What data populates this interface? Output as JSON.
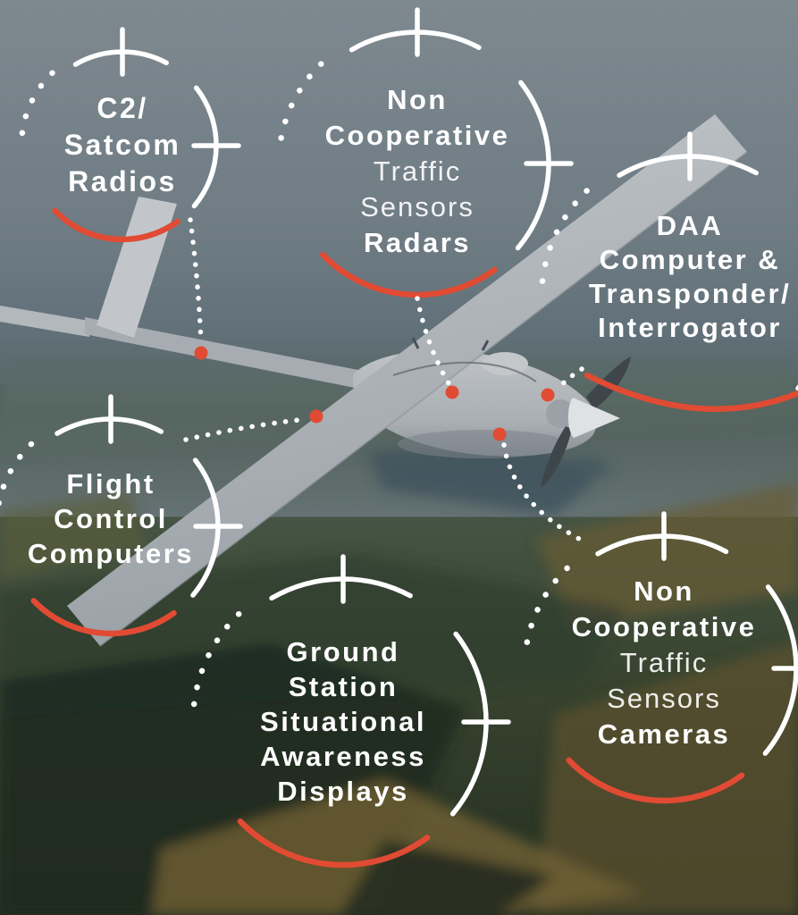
{
  "scene": {
    "description": "Gray fixed-wing UAV in flight, viewed from above, over hazy patchwork farmland and forest",
    "overlay_style": "dark desaturated blue-gray photo tint"
  },
  "colors": {
    "accent_red": "#e14b33",
    "line_white": "#ffffff",
    "sky_top": "#7e888f",
    "horizon_haze": "#5b6a6b",
    "ground_dark": "#242e21",
    "aircraft_gray": "#b9bdc1"
  },
  "labels": [
    {
      "id": "c2-satcom-radios",
      "lines": [
        {
          "text": "C2/",
          "emphasis": "bold"
        },
        {
          "text": "Satcom",
          "emphasis": "bold"
        },
        {
          "text": "Radios",
          "emphasis": "bold"
        }
      ]
    },
    {
      "id": "non-cooperative-traffic-sensors-radars",
      "lines": [
        {
          "text": "Non",
          "emphasis": "bold"
        },
        {
          "text": "Cooperative",
          "emphasis": "bold"
        },
        {
          "text": "Traffic",
          "emphasis": "regular"
        },
        {
          "text": "Sensors",
          "emphasis": "regular"
        },
        {
          "text": "Radars",
          "emphasis": "bold"
        }
      ]
    },
    {
      "id": "daa-computer-transponder-interrogator",
      "lines": [
        {
          "text": "DAA",
          "emphasis": "bold"
        },
        {
          "text": "Computer &",
          "emphasis": "bold"
        },
        {
          "text": "Transponder/",
          "emphasis": "bold"
        },
        {
          "text": "Interrogator",
          "emphasis": "bold"
        }
      ]
    },
    {
      "id": "flight-control-computers",
      "lines": [
        {
          "text": "Flight",
          "emphasis": "bold"
        },
        {
          "text": "Control",
          "emphasis": "bold"
        },
        {
          "text": "Computers",
          "emphasis": "bold"
        }
      ]
    },
    {
      "id": "ground-station-situational-awareness-displays",
      "lines": [
        {
          "text": "Ground",
          "emphasis": "bold"
        },
        {
          "text": "Station",
          "emphasis": "bold"
        },
        {
          "text": "Situational",
          "emphasis": "bold"
        },
        {
          "text": "Awareness",
          "emphasis": "bold"
        },
        {
          "text": "Displays",
          "emphasis": "bold"
        }
      ]
    },
    {
      "id": "non-cooperative-traffic-sensors-cameras",
      "lines": [
        {
          "text": "Non",
          "emphasis": "bold"
        },
        {
          "text": "Cooperative",
          "emphasis": "bold"
        },
        {
          "text": "Traffic",
          "emphasis": "regular"
        },
        {
          "text": "Sensors",
          "emphasis": "regular"
        },
        {
          "text": "Cameras",
          "emphasis": "bold"
        }
      ]
    }
  ],
  "markers": [
    "tail-boom",
    "wing-root",
    "fuselage-top",
    "aft-fuselage",
    "fuselage-belly"
  ]
}
